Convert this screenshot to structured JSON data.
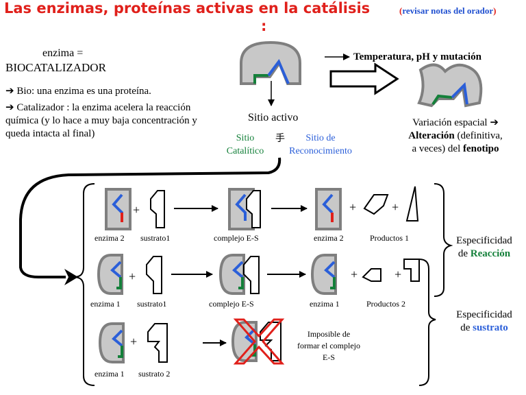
{
  "title": "Las enzimas, proteínas activas en la catálisis",
  "title_note": "revisar notas del orador",
  "title_colon": ":",
  "intro": {
    "line1": "enzima =",
    "line2": "BIOCATALIZADOR",
    "bio": "Bio: una enzima es una proteína.",
    "catalizador": "Catalizador : la enzima acelera la reacción química (y lo hace a muy baja concentración y queda intacta al  final)"
  },
  "active_site": {
    "label": "Sitio activo",
    "catalytic_line1": "Sitio",
    "catalytic_line2": "Catalítico",
    "recognition_line1": "Sitio de",
    "recognition_line2": "Reconocimiento",
    "separator_glyph": "手"
  },
  "temperature_label": "Temperatura, pH y mutación",
  "variation": {
    "line1": "Variación espacial",
    "arrow": "➔",
    "alteration": "Alteración",
    "definitive": "(definitiva,",
    "line3_start": "a veces) del",
    "phenotype": "fenotipo"
  },
  "rows": [
    {
      "labels": [
        "enzima 2",
        "sustrato1",
        "complejo E-S",
        "enzima 2",
        "Productos 1"
      ]
    },
    {
      "labels": [
        "enzima 1",
        "sustrato1",
        "complejo E-S",
        "enzima 1",
        "Productos 2"
      ]
    },
    {
      "labels": [
        "enzima 1",
        "sustrato 2"
      ],
      "impossible": "Imposible de formar  el complejo E-S"
    }
  ],
  "plus": "+",
  "specificity_reaction": {
    "line1": "Especificidad",
    "prefix": "de",
    "word": "Reacción"
  },
  "specificity_substrate": {
    "line1": "Especificidad",
    "prefix": "de",
    "word": "sustrato"
  },
  "colors": {
    "title": "#e0201b",
    "note": "#1f4fd0",
    "blue": "#2b5fd9",
    "green": "#14803a",
    "red": "#e0201b",
    "enzyme_fill": "#c8c8c8",
    "enzyme_border": "#7f7f7f"
  }
}
